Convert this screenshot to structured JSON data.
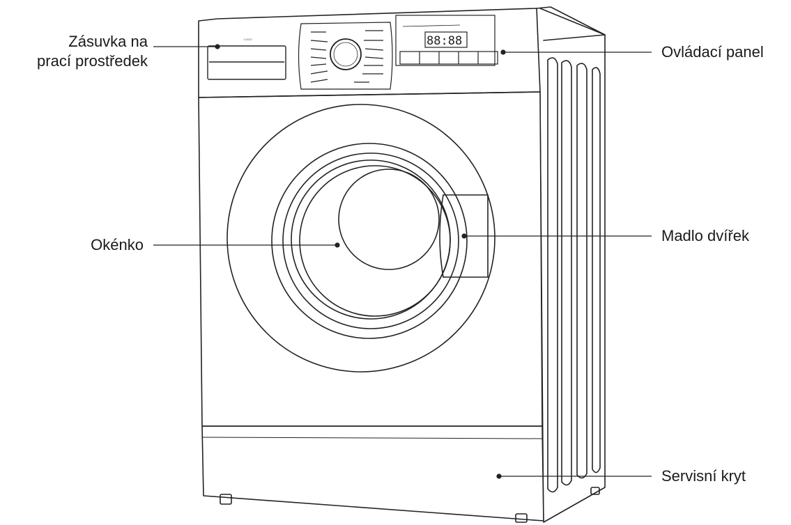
{
  "labels": {
    "detergent_drawer": [
      "Zásuvka na",
      "prací prostředek"
    ],
    "control_panel": "Ovládací panel",
    "window": "Okénko",
    "door_handle": "Madlo dvířek",
    "service_cover": "Servisní kryt"
  },
  "display": {
    "digits": "88:88"
  },
  "colors": {
    "line": "#222222",
    "text": "#1a1a1a",
    "background": "#ffffff"
  }
}
